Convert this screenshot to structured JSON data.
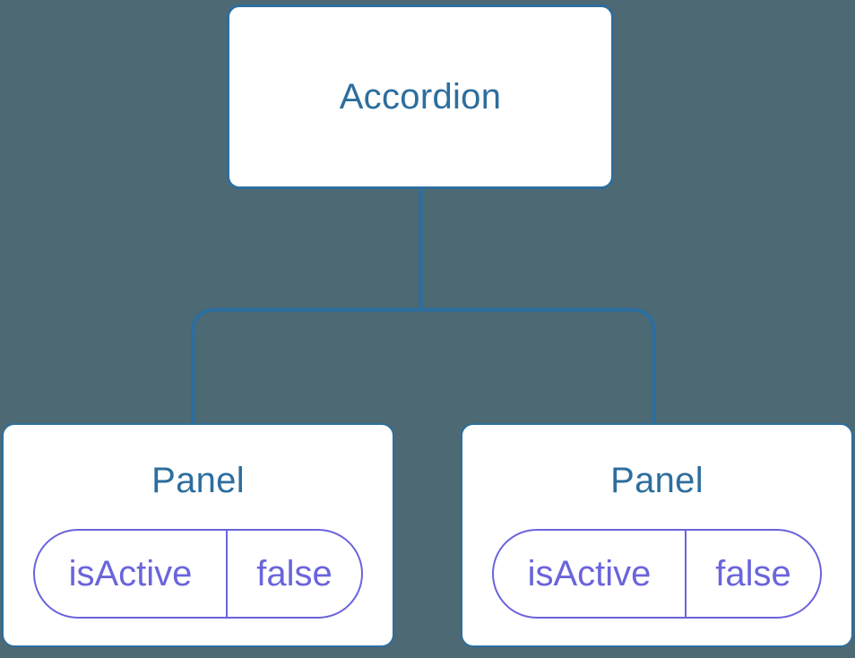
{
  "diagram": {
    "root": {
      "title": "Accordion"
    },
    "children": [
      {
        "title": "Panel",
        "state": {
          "key": "isActive",
          "value": "false"
        }
      },
      {
        "title": "Panel",
        "state": {
          "key": "isActive",
          "value": "false"
        }
      }
    ]
  },
  "colors": {
    "background": "#4D6973",
    "node_fill": "#FFFFFF",
    "node_stroke": "#2D6E9D",
    "title_text": "#2D6E9D",
    "state_accent": "#6A64DC"
  }
}
